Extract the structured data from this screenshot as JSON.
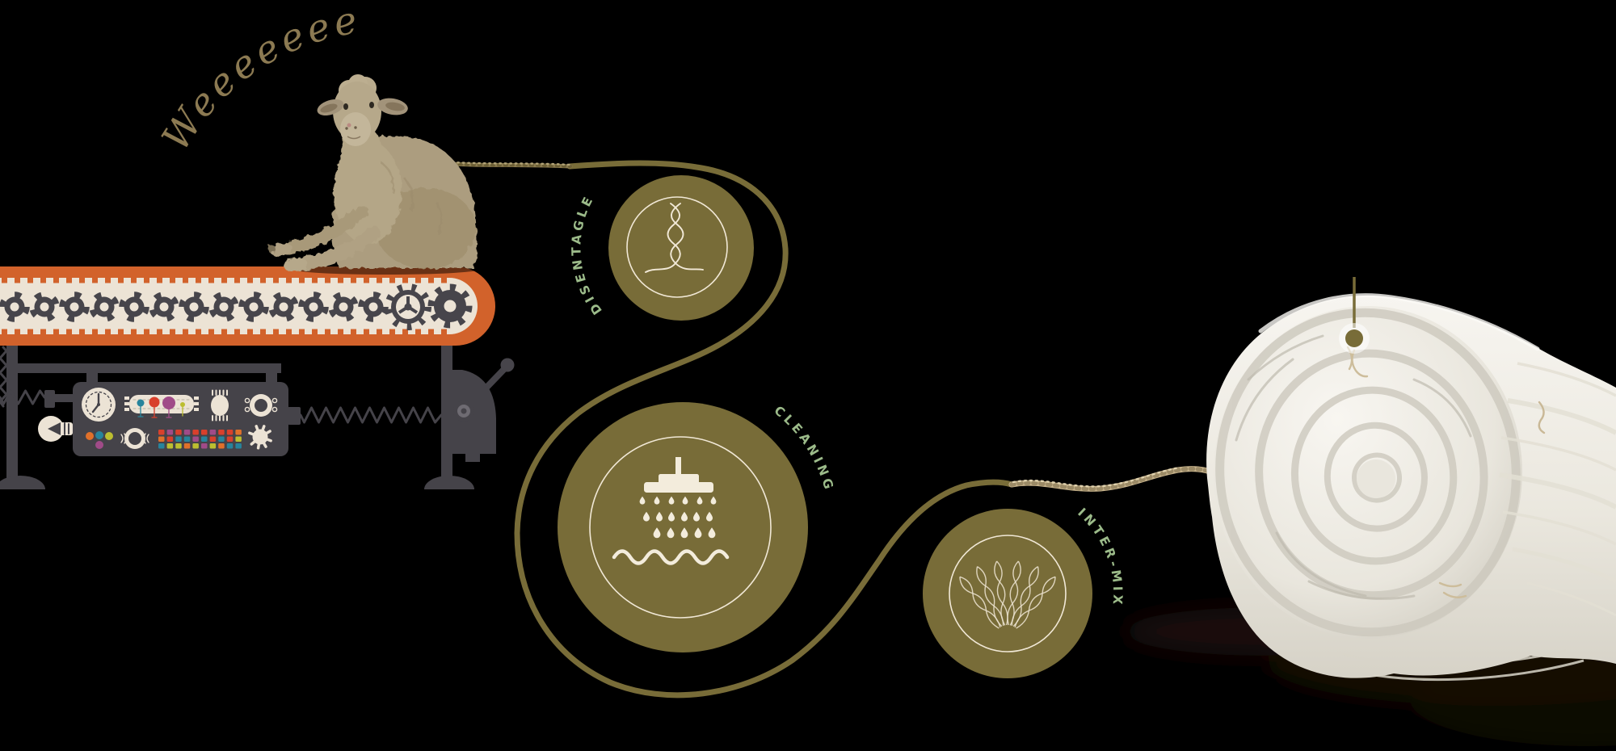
{
  "scene": {
    "shout_text": "Weeeeeee !",
    "background_color": "#000000"
  },
  "process": {
    "stations": [
      {
        "id": "disentagle",
        "label": "DISENTAGLE",
        "icon": "twisted-fibres-icon"
      },
      {
        "id": "cleaning",
        "label": "CLEANING",
        "icon": "shower-drops-icon"
      },
      {
        "id": "intermix",
        "label": "INTER-MIX",
        "icon": "weave-lattice-icon"
      }
    ]
  },
  "palette": {
    "orange": "#d2622b",
    "cream": "#ece3d5",
    "charcoal": "#454349",
    "olive_path": "#786c38",
    "sage_label": "#9cbb8a",
    "script_tan": "#8c7a52",
    "yarn_tan": "#c6b28b"
  },
  "icons": [
    "twisted-fibres-icon",
    "shower-drops-icon",
    "weave-lattice-icon",
    "dot-marker-icon",
    "gear-icon",
    "clock-gauge-icon",
    "light-bulb-icon",
    "lever-icon",
    "spring-icon"
  ]
}
